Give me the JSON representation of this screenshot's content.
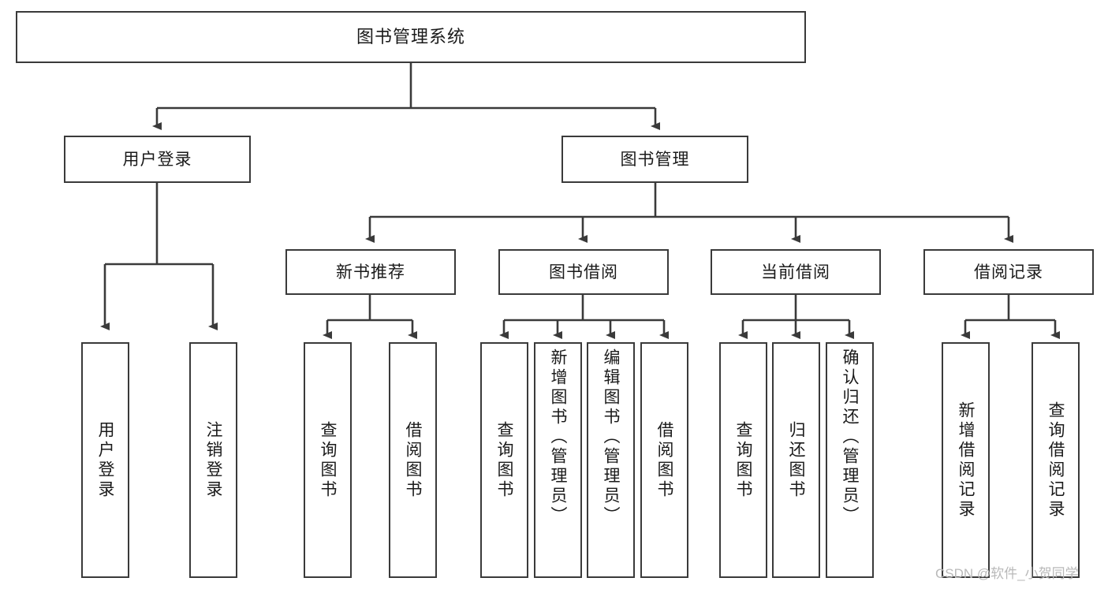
{
  "diagram": {
    "type": "tree",
    "title": "图书管理系统",
    "style": {
      "line_color": "#3a3a3a",
      "box_fill": "#ffffff",
      "text_color": "#1a1a1a",
      "watermark_color": "#b9b9b9",
      "background": "#ffffff"
    },
    "root": {
      "label": "图书管理系统"
    },
    "level2": [
      {
        "label": "用户登录"
      },
      {
        "label": "图书管理"
      }
    ],
    "level3": [
      {
        "label": "新书推荐"
      },
      {
        "label": "图书借阅"
      },
      {
        "label": "当前借阅"
      },
      {
        "label": "借阅记录"
      }
    ],
    "leaves": {
      "user_login": [
        {
          "label": "用户登录"
        },
        {
          "label": "注销登录"
        }
      ],
      "new_book_recommend": [
        {
          "label": "查询图书"
        },
        {
          "label": "借阅图书"
        }
      ],
      "book_borrow": [
        {
          "label": "查询图书"
        },
        {
          "label": "新增图书（管理员）"
        },
        {
          "label": "编辑图书（管理员）"
        },
        {
          "label": "借阅图书"
        }
      ],
      "current_borrow": [
        {
          "label": "查询图书"
        },
        {
          "label": "归还图书"
        },
        {
          "label": "确认归还（管理员）"
        }
      ],
      "borrow_record": [
        {
          "label": "新增借阅记录"
        },
        {
          "label": "查询借阅记录"
        }
      ]
    }
  },
  "watermark": {
    "text": "CSDN @软件_小贺同学"
  }
}
